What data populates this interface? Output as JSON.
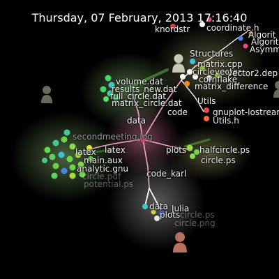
{
  "timestamp": "Thursday, 07 February, 2013 17:16:40",
  "colors": {
    "background": "#000000",
    "branch_pink": "#f2a8c8",
    "branch_white": "#ffffff",
    "branch_green": "#5ab84a",
    "root_node": "#e0407a"
  },
  "directories": {
    "structures": "Structures",
    "utils": "Utils",
    "data": "data",
    "code": "code",
    "latex": "latex",
    "plots": "plots",
    "code_karl": "code_karl",
    "julia": "Julia",
    "plots_lower": "plots"
  },
  "files": {
    "knordstream": "knordstr",
    "coordinate_h": "coordinate.h",
    "algorithm_a": "Algorit",
    "algorithm_b": "Algorith",
    "asymmetric": "Asymm",
    "matrix_cpp": "matrix.cpp",
    "circlevector": "circlevector.",
    "vectordep": "vector2.dep",
    "cornflake": "cornflake",
    "matrix_diff": "matrix_difference",
    "gnuplot": "gnuplot-lostrear",
    "utils_h": "Utils.h",
    "volume_dat": "volume.dat",
    "results_new": "results_new.dat",
    "full_circle": "full_circle.dat",
    "matrix_circle": "matrix_circle.dat",
    "second_meeting": "secondmeeting.log",
    "latex_tex": "latex",
    "latex_aux": "main.aux",
    "analytic_gnu": "analytic.gnu",
    "circle_pdf": "circle.pdf",
    "potential_ps": "potential.ps",
    "halfcircle_ps": "halfcircle.ps",
    "circle_ps": "circle.ps",
    "data_karl": "data",
    "julia_ps": "circle.ps",
    "circle_png": "circle.png"
  }
}
